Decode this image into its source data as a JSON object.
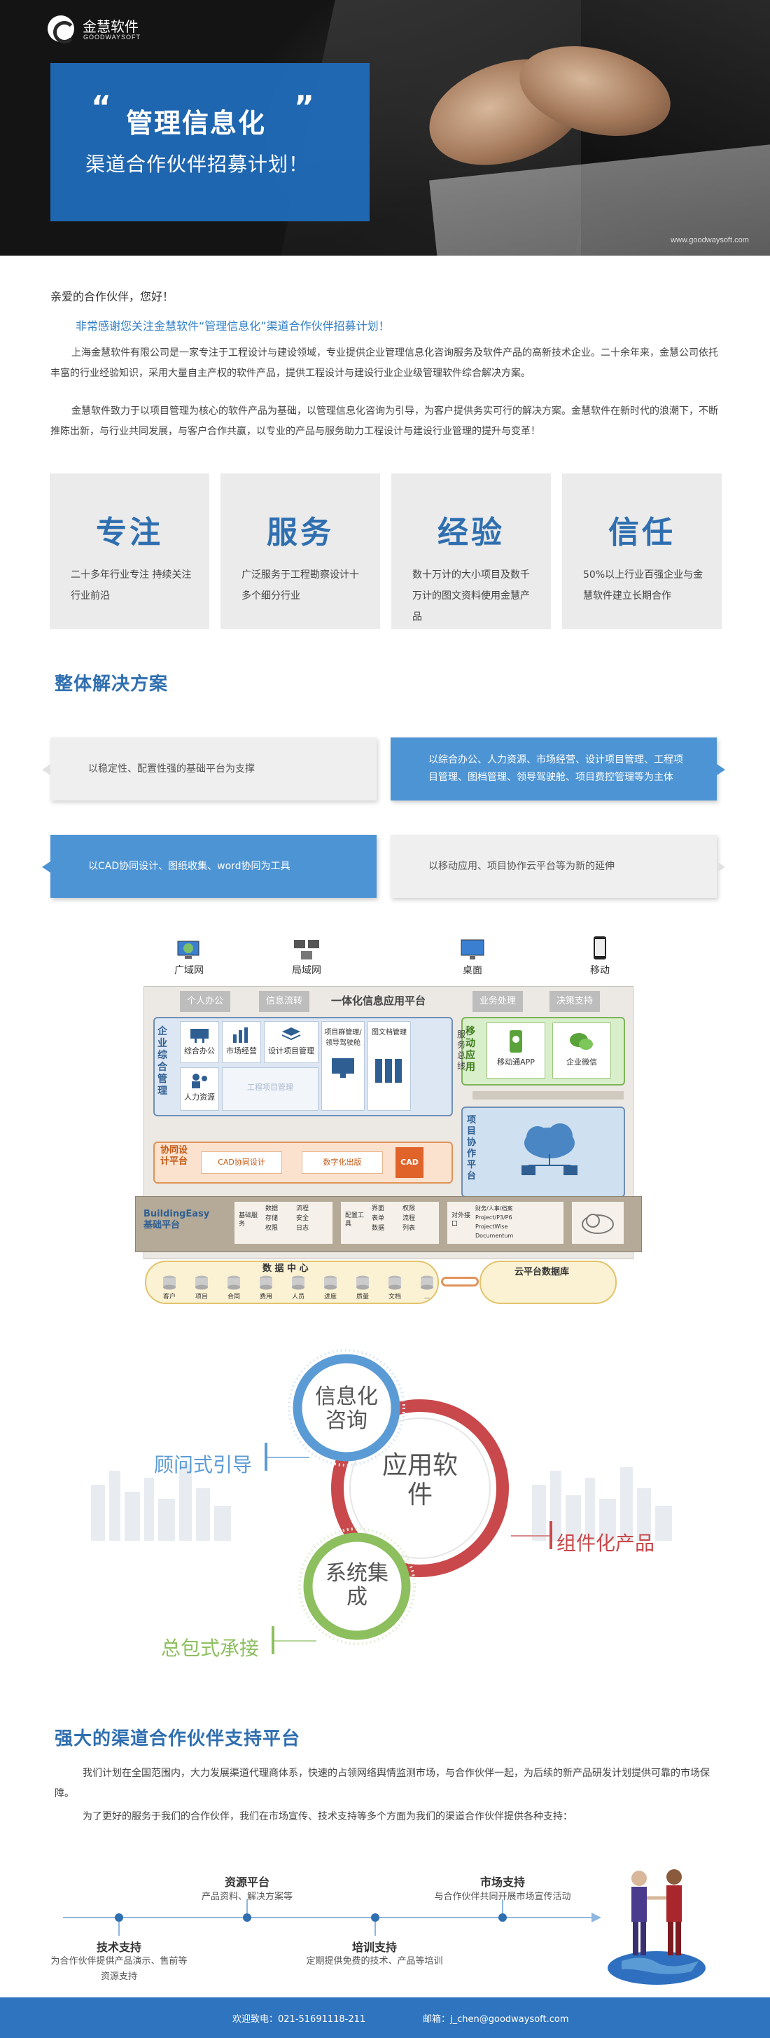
{
  "hero": {
    "logo_cn": "金慧软件",
    "logo_en": "GOODWAYSOFT",
    "quote_open": "“",
    "title": "管理信息化",
    "quote_close": "”",
    "subtitle": "渠道合作伙伴招募计划！",
    "url": "www.goodwaysoft.com"
  },
  "intro": {
    "greeting": "亲爱的合作伙伴，您好！",
    "thanks": "非常感谢您关注金慧软件“管理信息化”渠道合作伙伴招募计划！",
    "para1": "上海金慧软件有限公司是一家专注于工程设计与建设领域，专业提供企业管理信息化咨询服务及软件产品的高新技术企业。二十余年来，金慧公司依托丰富的行业经验知识，采用大量自主产权的软件产品，提供工程设计与建设行业企业级管理软件综合解决方案。",
    "para2": "金慧软件致力于以项目管理为核心的软件产品为基础，以管理信息化咨询为引导，为客户提供务实可行的解决方案。金慧软件在新时代的浪潮下，不断推陈出新，与行业共同发展，与客户合作共赢，以专业的产品与服务助力工程设计与建设行业管理的提升与变革！"
  },
  "cards": [
    {
      "title": "专注",
      "desc": "二十多年行业专注 持续关注行业前沿"
    },
    {
      "title": "服务",
      "desc": "广泛服务于工程勘察设计十多个细分行业"
    },
    {
      "title": "经验",
      "desc": "数十万计的大小项目及数千万计的图文资料使用金慧产品"
    },
    {
      "title": "信任",
      "desc": "50%以上行业百强企业与金慧软件建立长期合作"
    }
  ],
  "solution": {
    "title": "整体解决方案",
    "notes": [
      "以稳定性、配置性强的基础平台为支撑",
      "以综合办公、人力资源、市场经营、设计项目管理、工程项目管理、图档管理、领导驾驶舱、项目费控管理等为主体",
      "以CAD协同设计、图纸收集、word协同为工具",
      "以移动应用、项目协作云平台等为新的延伸"
    ]
  },
  "arch": {
    "networks": [
      "广域网",
      "局域网",
      "桌面",
      "移动"
    ],
    "tags": [
      "个人办公",
      "信息流转",
      "业务处理",
      "决策支持"
    ],
    "platform_title": "一体化信息应用平台",
    "mgmt_label": "企业综合管理",
    "modules": [
      "综合办公",
      "市场经营",
      "设计项目管理",
      "项目群管理/领导驾驶舱",
      "图文档管理",
      "人力资源",
      "工程项目管理"
    ],
    "mobile_label": "移动应用",
    "mobile_items": [
      "移动通APP",
      "企业微信"
    ],
    "bus_label": "服务总线",
    "cowork_label": "协同设计平台",
    "cowork_items": [
      "CAD协同设计",
      "数字化出版"
    ],
    "cad_badge": "CAD",
    "project_cloud": "项目协作平台",
    "base_label": "BuildingEasy基础平台",
    "base_groups": [
      {
        "name": "基础服务",
        "items": [
          "数据",
          "存储",
          "权限",
          "流程",
          "安全",
          "日志"
        ]
      },
      {
        "name": "配置工具",
        "items": [
          "界面",
          "表单",
          "数据",
          "权限",
          "流程",
          "列表"
        ]
      },
      {
        "name": "对外接口",
        "items": [
          "财务/人事/档案",
          "Project/P3/P6",
          "ProjectWise",
          "Documentum"
        ]
      }
    ],
    "datacenter": "数 据 中 心",
    "db_items": [
      "客户",
      "项目",
      "合同",
      "费用",
      "人员",
      "进度",
      "质量",
      "文档",
      "..."
    ],
    "cloud_db": "云平台数据库"
  },
  "venn": {
    "consult": "信息化咨询",
    "software": "应用软件",
    "integration": "系统集成",
    "guide": "顾问式引导",
    "product": "组件化产品",
    "contract": "总包式承接",
    "colors": {
      "blue": "#5b9bd5",
      "red": "#c9484b",
      "green": "#8dbf5f"
    }
  },
  "support": {
    "title": "强大的渠道合作伙伴支持平台",
    "para1": "我们计划在全国范围内，大力发展渠道代理商体系，快速的占领网络舆情监测市场，与合作伙伴一起，为后续的新产品研发计划提供可靠的市场保障。",
    "para2": "为了更好的服务于我们的合作伙伴，我们在市场宣传、技术支持等多个方面为我们的渠道合作伙伴提供各种支持：",
    "items": [
      {
        "title": "资源平台",
        "desc": "产品资料、解决方案等"
      },
      {
        "title": "市场支持",
        "desc": "与合作伙伴共同开展市场宣传活动"
      },
      {
        "title": "技术支持",
        "desc": "为合作伙伴提供产品演示、售前等资源支持"
      },
      {
        "title": "培训支持",
        "desc": "定期提供免费的技术、产品等培训"
      }
    ]
  },
  "footer": {
    "phone": "欢迎致电：021-51691118-211",
    "email": "邮箱：j_chen@goodwaysoft.com"
  }
}
